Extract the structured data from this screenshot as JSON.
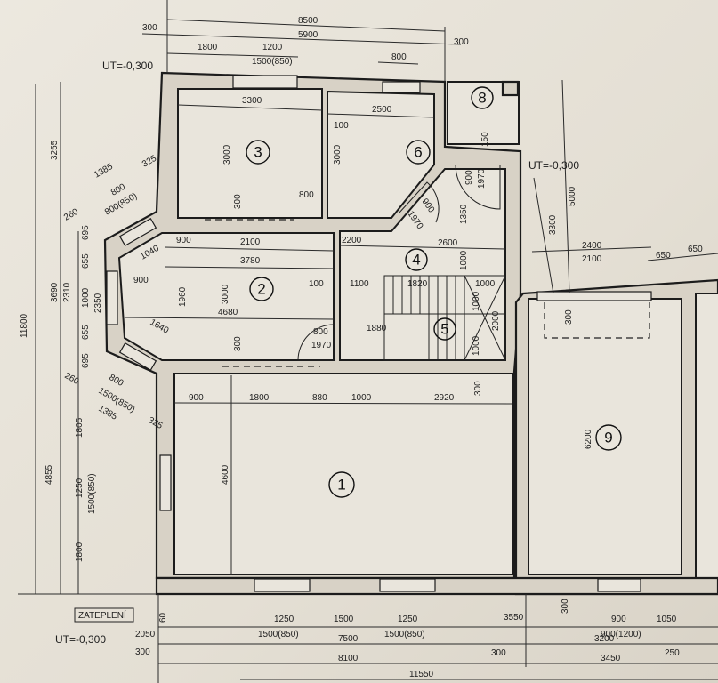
{
  "rooms": [
    "1",
    "2",
    "3",
    "4",
    "5",
    "6",
    "8",
    "9"
  ],
  "levels": [
    "UT=-0,300",
    "UT=-0,300",
    "UT=-0,300"
  ],
  "note": "ZATEPLENÍ",
  "top_dims": [
    "8500",
    "5900",
    "300",
    "300",
    "1800",
    "1200",
    "1500(850)",
    "800"
  ],
  "room3_dims": [
    "3300",
    "3000",
    "300",
    "800",
    "100"
  ],
  "room6_dims": [
    "2500",
    "3000",
    "150",
    "900",
    "1970",
    "1350",
    "900",
    "1970"
  ],
  "room2_dims": [
    "900",
    "2100",
    "3780",
    "4680",
    "1040",
    "900",
    "1960",
    "3000",
    "100",
    "1640",
    "300",
    "800",
    "1970"
  ],
  "hall_dims": [
    "2200",
    "2600",
    "1000",
    "1100",
    "1820",
    "1000",
    "1880",
    "1000",
    "2000",
    "1000",
    "300"
  ],
  "room1_dims": [
    "900",
    "1800",
    "880",
    "1000",
    "2920",
    "4600"
  ],
  "left_dims": [
    "3255",
    "11800",
    "3690",
    "2310",
    "2350",
    "1000",
    "695",
    "655",
    "655",
    "695",
    "1385",
    "800",
    "800(850)",
    "325",
    "260",
    "260",
    "800",
    "1500(850)",
    "1385",
    "325",
    "1805",
    "4855",
    "1250",
    "1500(850)",
    "1800"
  ],
  "right_dims": [
    "5000",
    "3300",
    "2400",
    "2100",
    "650",
    "650",
    "300",
    "6200",
    "300"
  ],
  "bottom_dims": [
    "2050",
    "60",
    "1250",
    "1500(850)",
    "1500",
    "1250",
    "1500(850)",
    "3550",
    "900",
    "900(1200)",
    "1050",
    "300",
    "7500",
    "300",
    "3200",
    "250",
    "8100",
    "3450",
    "11550"
  ]
}
